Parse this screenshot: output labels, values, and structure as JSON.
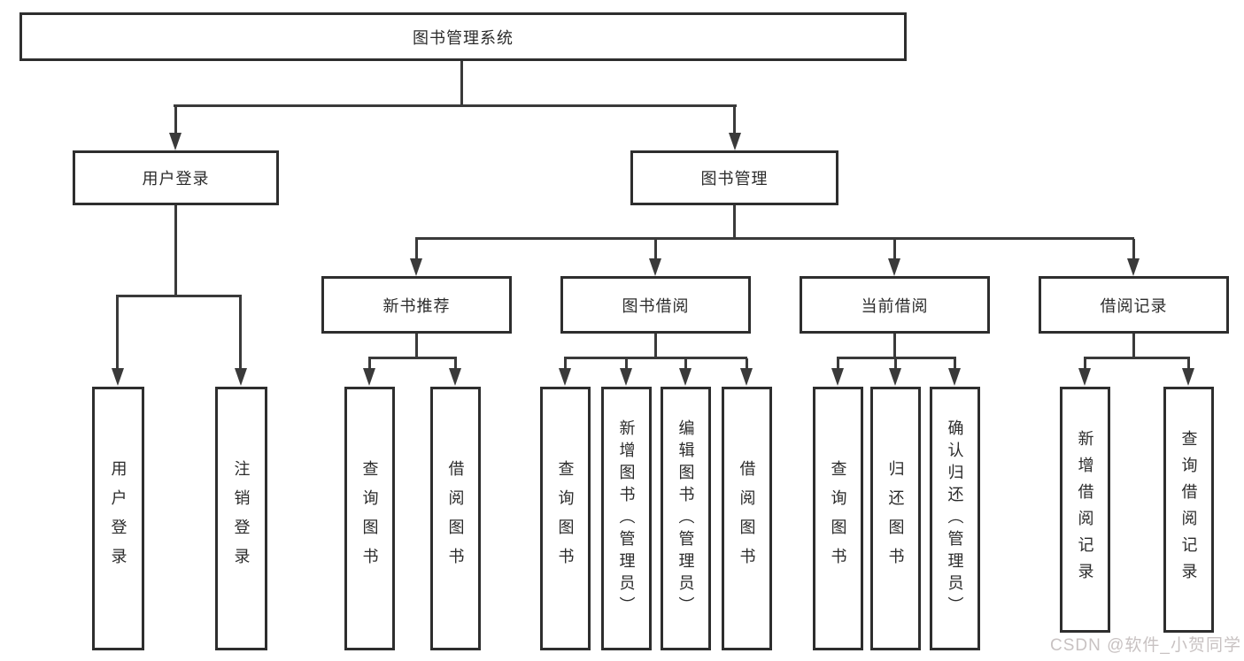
{
  "watermark": "CSDN @软件_小贺同学",
  "root": {
    "label": "图书管理系统"
  },
  "user_login": {
    "label": "用户登录",
    "children": [
      {
        "label": "用户登录"
      },
      {
        "label": "注销登录"
      }
    ]
  },
  "book_mgmt": {
    "label": "图书管理",
    "children": [
      {
        "label": "新书推荐",
        "children": [
          {
            "label": "查询图书"
          },
          {
            "label": "借阅图书"
          }
        ]
      },
      {
        "label": "图书借阅",
        "children": [
          {
            "label": "查询图书"
          },
          {
            "label": "新增图书（管理员）"
          },
          {
            "label": "编辑图书（管理员）"
          },
          {
            "label": "借阅图书"
          }
        ]
      },
      {
        "label": "当前借阅",
        "children": [
          {
            "label": "查询图书"
          },
          {
            "label": "归还图书"
          },
          {
            "label": "确认归还（管理员）"
          }
        ]
      },
      {
        "label": "借阅记录",
        "children": [
          {
            "label": "新增借阅记录"
          },
          {
            "label": "查询借阅记录"
          }
        ]
      }
    ]
  },
  "colors": {
    "line": "#3a3a3a",
    "border": "#2e2e2e",
    "text": "#2b2b2b"
  }
}
